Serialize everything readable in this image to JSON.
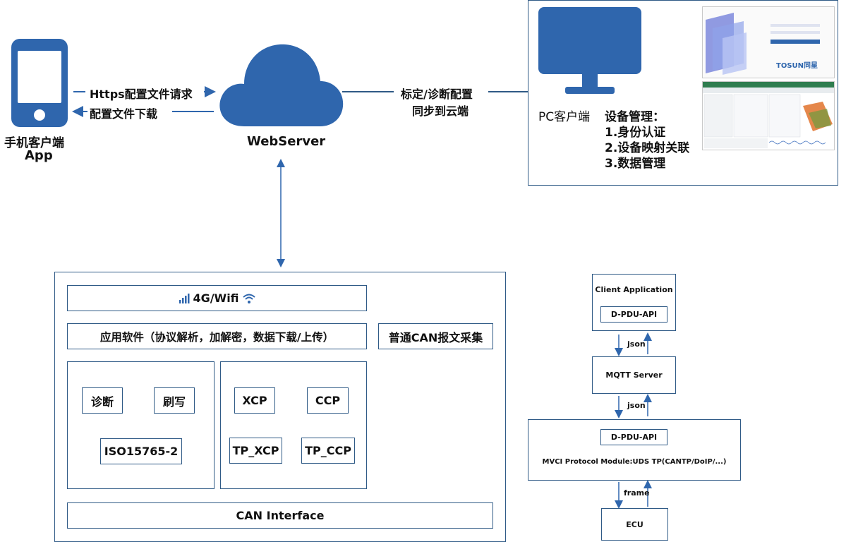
{
  "phone": {
    "label_line1": "手机客户端",
    "label_line2": "App"
  },
  "webserver": {
    "label": "WebServer"
  },
  "arrows": {
    "https_request": "Https配置文件请求",
    "config_download": "配置文件下载",
    "sync_line1": "标定/诊断配置",
    "sync_line2": "同步到云端"
  },
  "pc": {
    "label": "PC客户端",
    "mgmt_title": "设备管理：",
    "mgmt_items": [
      "1.身份认证",
      "2.设备映射关联",
      "3.数据管理"
    ],
    "screenshot_logo": "TOSUN同星"
  },
  "device": {
    "wifi": "4G/Wifi",
    "app_software": "应用软件（协议解析，加解密，数据下载/上传）",
    "can_capture": "普通CAN报文采集",
    "diag": "诊断",
    "flash": "刷写",
    "iso": "ISO15765-2",
    "xcp": "XCP",
    "ccp": "CCP",
    "tp_xcp": "TP_XCP",
    "tp_ccp": "TP_CCP",
    "can_interface": "CAN Interface"
  },
  "stack": {
    "client_app": "Client Application",
    "dpdu_top": "D-PDU-API",
    "json1": "json",
    "mqtt": "MQTT Server",
    "json2": "json",
    "dpdu_bottom": "D-PDU-API",
    "mvci": "MVCI Protocol Module:UDS TP(CANTP/DoIP/...)",
    "frame": "frame",
    "ecu": "ECU"
  },
  "colors": {
    "accent": "#2f66ad",
    "border": "#2f5a86"
  }
}
